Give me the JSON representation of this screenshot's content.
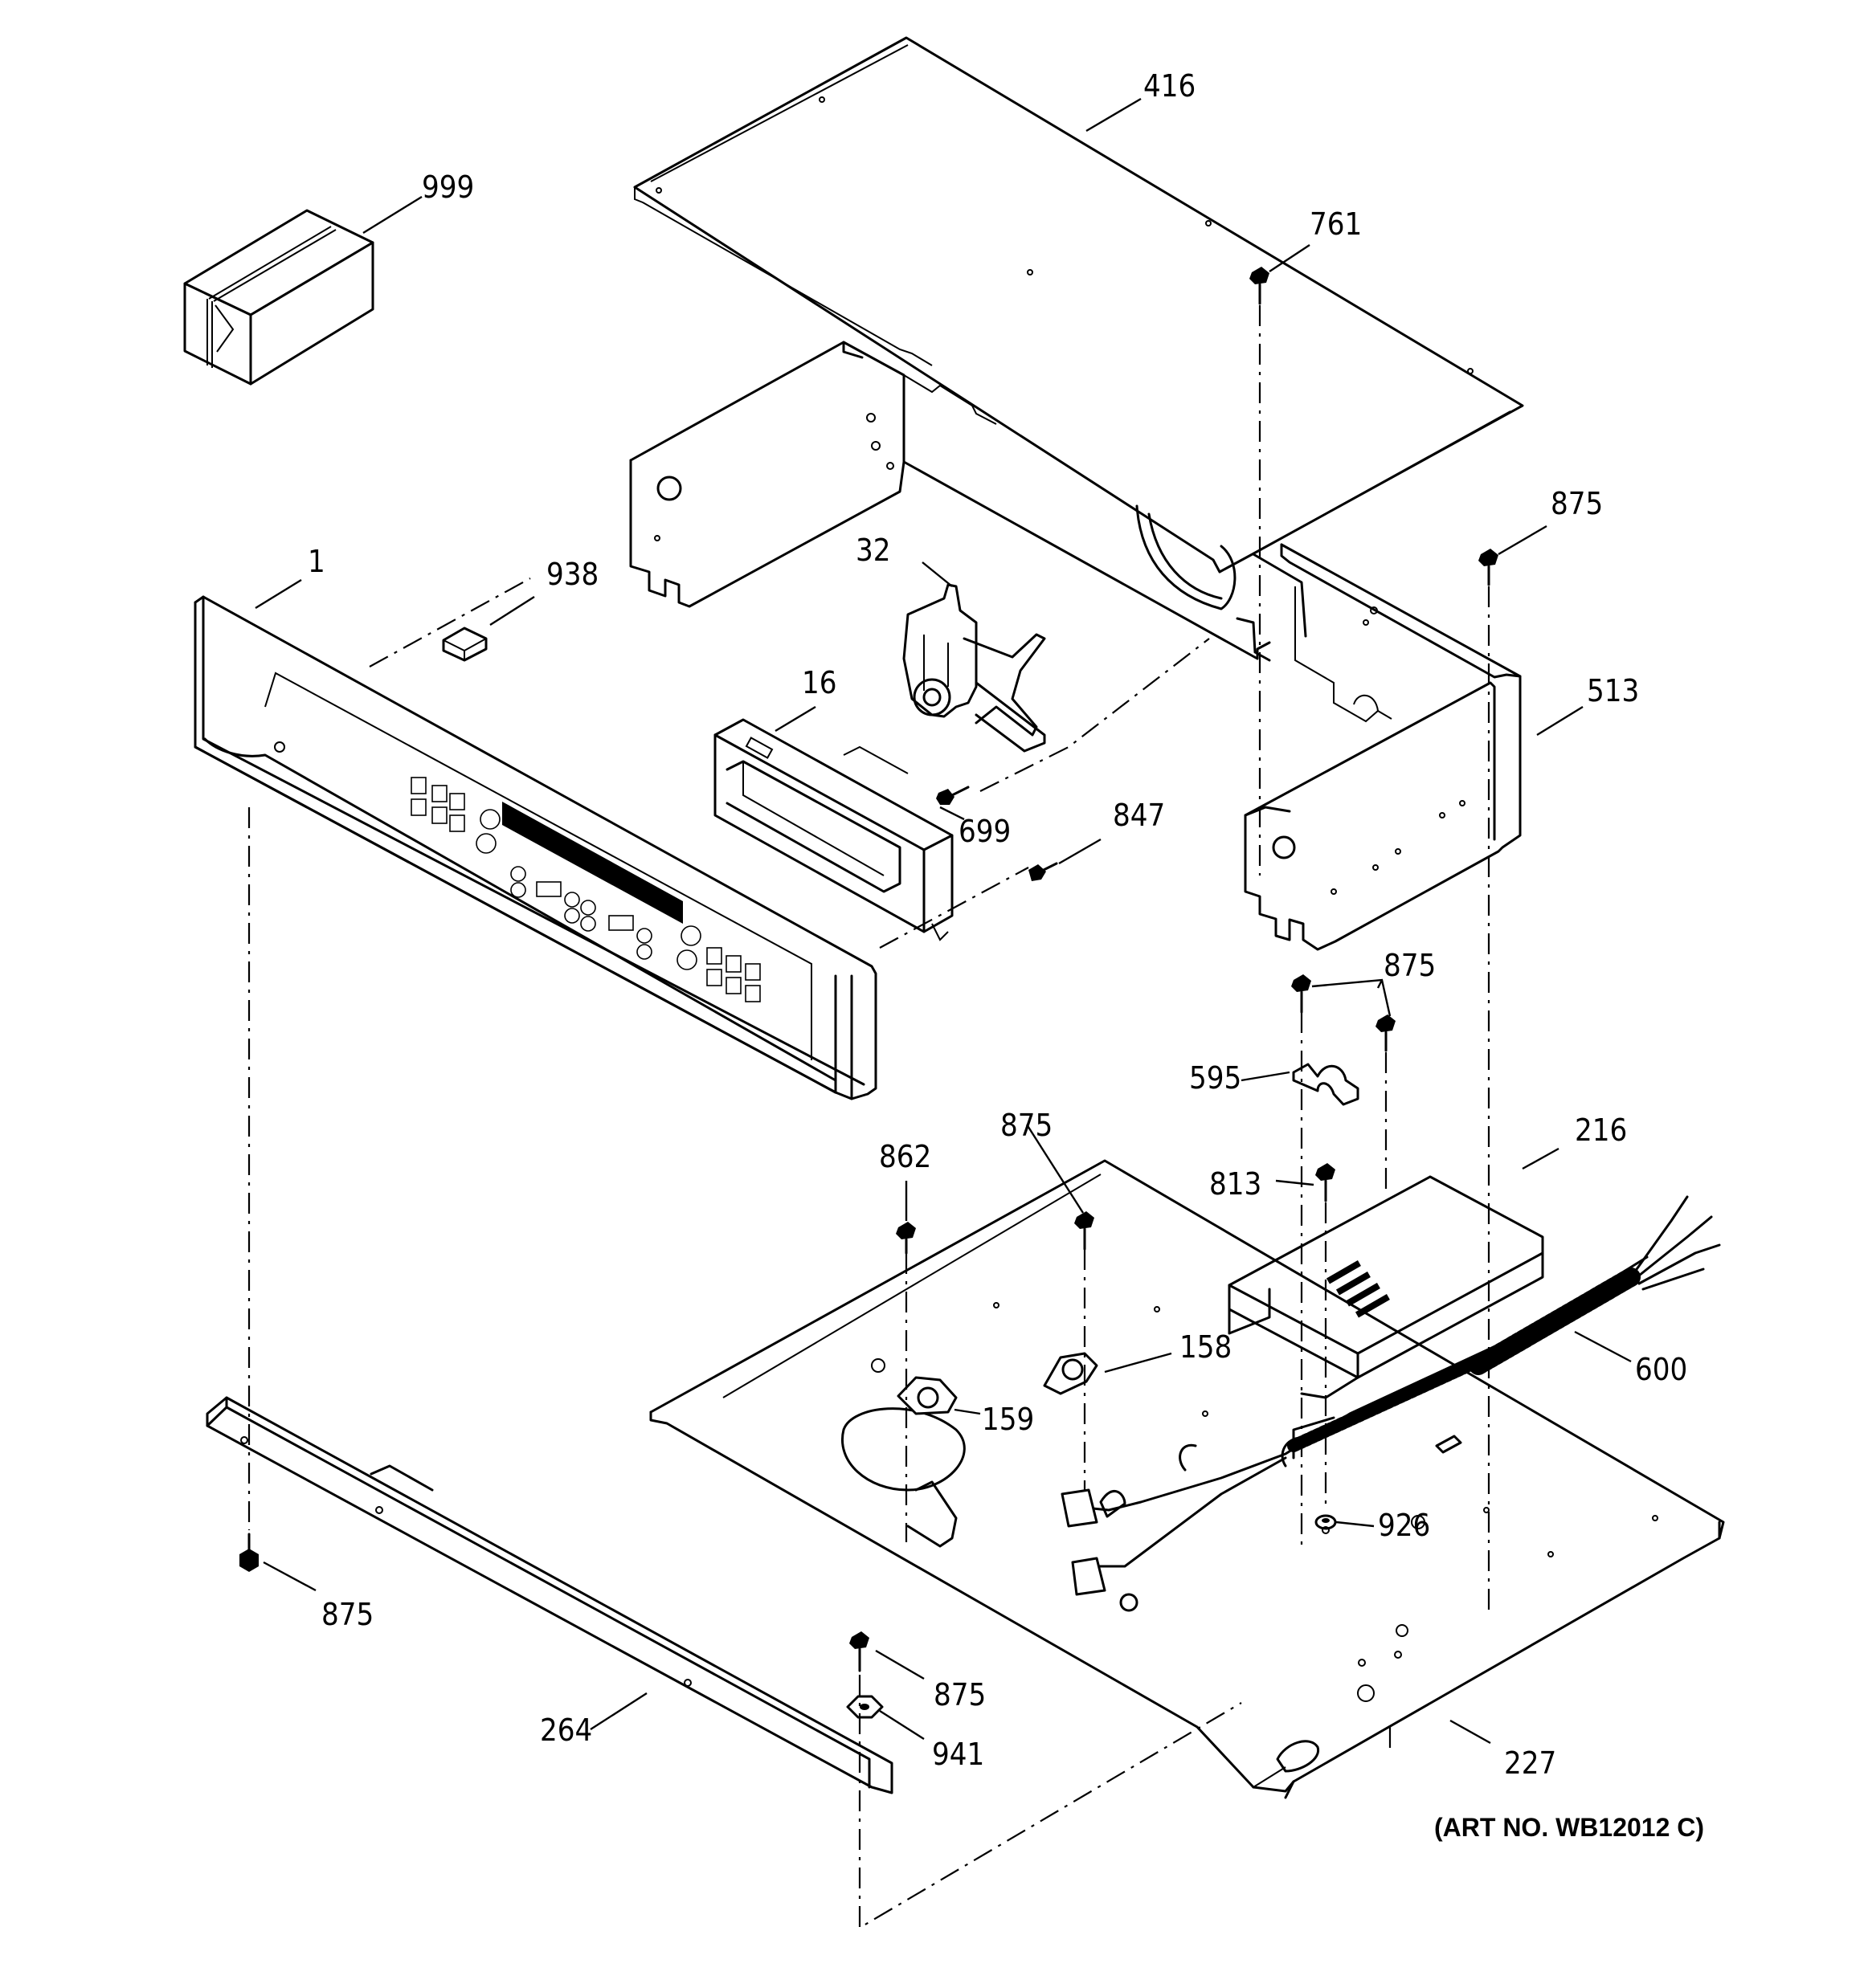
{
  "title": "",
  "art_number": "(ART NO. WB12012 C)",
  "callouts": {
    "c999": "999",
    "c416": "416",
    "c761": "761",
    "c875_top": "875",
    "c1": "1",
    "c938": "938",
    "c32": "32",
    "c16": "16",
    "c513": "513",
    "c699": "699",
    "c847": "847",
    "c875_mid": "875",
    "c595": "595",
    "c875_left": "875",
    "c862": "862",
    "c216": "216",
    "c813": "813",
    "c158": "158",
    "c159": "159",
    "c600": "600",
    "c926": "926",
    "c875_bl": "875",
    "c875_bot": "875",
    "c264": "264",
    "c941": "941",
    "c227": "227"
  }
}
